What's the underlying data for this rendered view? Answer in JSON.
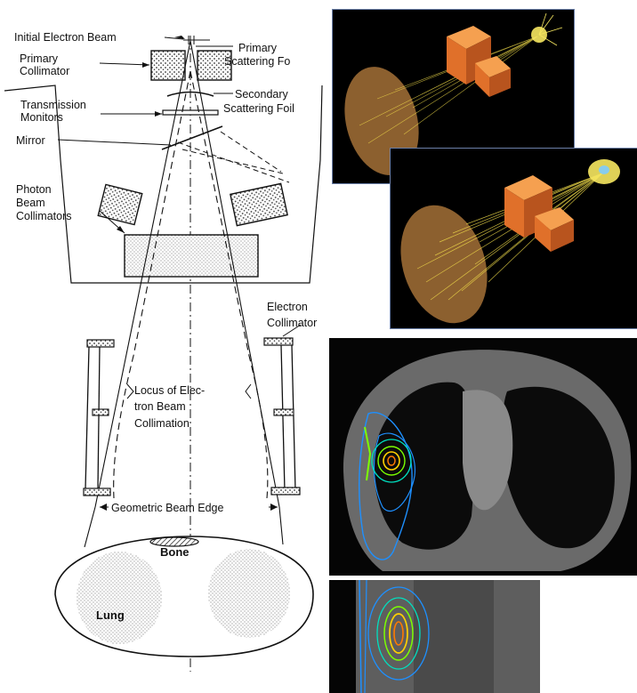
{
  "labels": {
    "initial_beam": "Initial Electron Beam",
    "primary_collimator_1": "Primary",
    "primary_collimator_2": "Collimator",
    "primary_foil_1": "Primary",
    "primary_foil_2": "Scattering Fo",
    "secondary_foil_1": "Secondary",
    "secondary_foil_2": "Scattering Foil",
    "transmission_1": "Transmission",
    "transmission_2": "Monitors",
    "mirror": "Mirror",
    "photon_1": "Photon",
    "photon_2": "Beam",
    "photon_3": "Collimators",
    "electron_coll_1": "Electron",
    "electron_coll_2": "Collimator",
    "locus_1": "Locus of Elec-",
    "locus_2": "tron Beam",
    "locus_3": "Collimation",
    "beam_edge": "Geometric Beam Edge",
    "bone": "Bone",
    "lung": "Lung"
  },
  "colors": {
    "line": "#111111",
    "block": "#f08a3c",
    "block_dark": "#b8541e",
    "cone": "#b07a3a",
    "rays": "#f4e04a",
    "ct_body": "#6a6a6a",
    "contour_outer": "#1e90ff",
    "contour_mid": "#00e0c0",
    "contour_inner": "#7cff00",
    "contour_core": "#ffd000"
  }
}
